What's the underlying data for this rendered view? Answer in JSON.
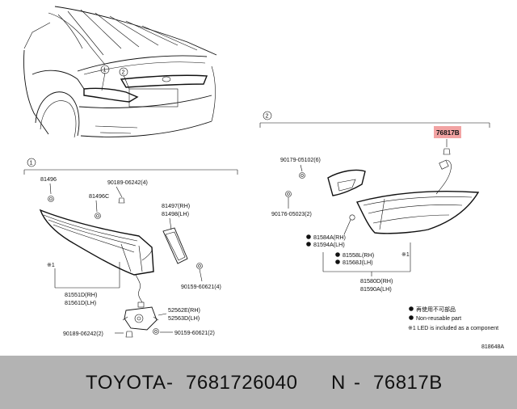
{
  "callouts": {
    "c1": "1",
    "c2": "2"
  },
  "section1": {
    "p81496": "81496",
    "p81496c": "81496C",
    "p90189_top": "90189-06242(4)",
    "p81497rh": "81497(RH)",
    "p81498lh": "81498(LH)",
    "note_mark": "※1",
    "p90159_top": "90159-60621(4)",
    "p81551d": "81551D(RH)",
    "p81561d": "81561D(LH)",
    "p52562e": "52562E(RH)",
    "p52563d": "52563D(LH)",
    "p90189_bot": "90189-06242(2)",
    "p90159_bot": "90159-60621(2)"
  },
  "section2": {
    "p76817b": "76817B",
    "highlight_color": "#f2a3a3",
    "p90179": "90179-05102(6)",
    "p90176": "90176-05023(2)",
    "p81584a": "81584A(RH)",
    "p81594a": "81594A(LH)",
    "p81558l": "81558L(RH)",
    "p81568j": "81568J(LH)",
    "note_mark": "※1",
    "p81580d": "81580D(RH)",
    "p81590a": "81590A(LH)"
  },
  "legend": {
    "jp": "再使用不可部品",
    "en": "Non-reusable part",
    "note": "※1 LED is included as a component"
  },
  "diagram_code": "818648A",
  "footer": {
    "brand": "TOYOTA",
    "sep1": "-",
    "part_number": "7681726040",
    "prefix": "N",
    "sep2": "-",
    "code": "76817B"
  }
}
